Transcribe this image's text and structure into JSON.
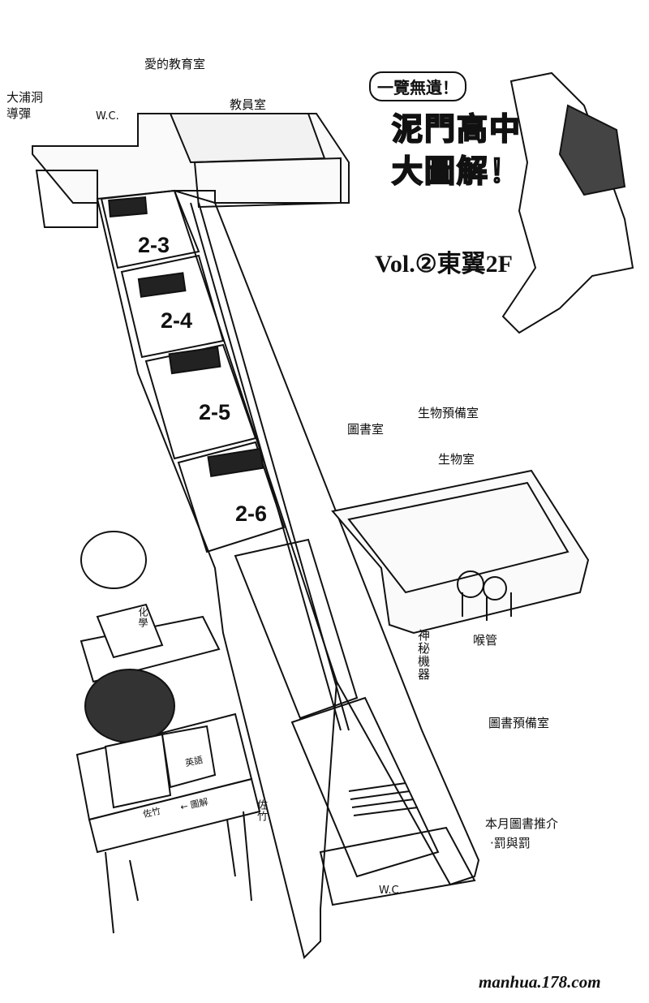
{
  "title": {
    "line1": "一覽無遺！",
    "line2": "泥門高中",
    "line3": "大圖解！",
    "volume": "Vol.②東翼2F"
  },
  "labels": {
    "airi_room": "愛的教育室",
    "otaku_den": "大浦洞\n導彈",
    "wc_top": "W.C.",
    "staff_room": "教員室",
    "library": "圖書室",
    "biology_prep": "生物預備室",
    "biology_room": "生物室",
    "pipes": "喉管",
    "mystery_machine": "神秘機器",
    "library_prep": "圖書預備室",
    "monthly_books": "本月圖書推介",
    "punishment": "‧罰與罰",
    "wc_bottom": "W.C."
  },
  "rooms": [
    "2-3",
    "2-4",
    "2-5",
    "2-6"
  ],
  "props": {
    "book_cover": "化學",
    "notebook": "英語",
    "bag_name": "佐竹",
    "desk_tag": "佐竹",
    "desk_arrow": "← 圖解"
  },
  "watermark": "manhua.178.com"
}
